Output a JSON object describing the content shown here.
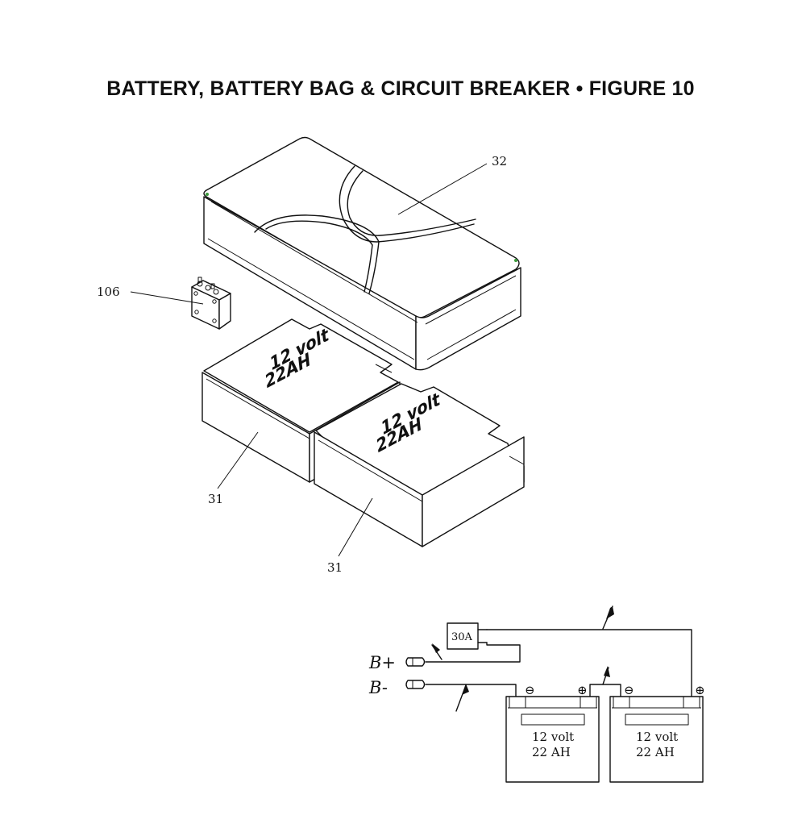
{
  "title": "BATTERY, BATTERY BAG & CIRCUIT BREAKER  •  FIGURE 10",
  "callouts": {
    "bag": "32",
    "breaker": "106",
    "battery_left": "31",
    "battery_right": "31"
  },
  "battery_label": {
    "line1": "12 volt",
    "line2": "22 AH"
  },
  "battery_top_label": {
    "line1": "12 volt",
    "line2": "22AH"
  },
  "schematic": {
    "breaker_label": "30A",
    "positive_terminal": "B+",
    "negative_terminal": "B-",
    "terminal_minus_symbol": "⊖",
    "terminal_plus_symbol": "⊕"
  }
}
